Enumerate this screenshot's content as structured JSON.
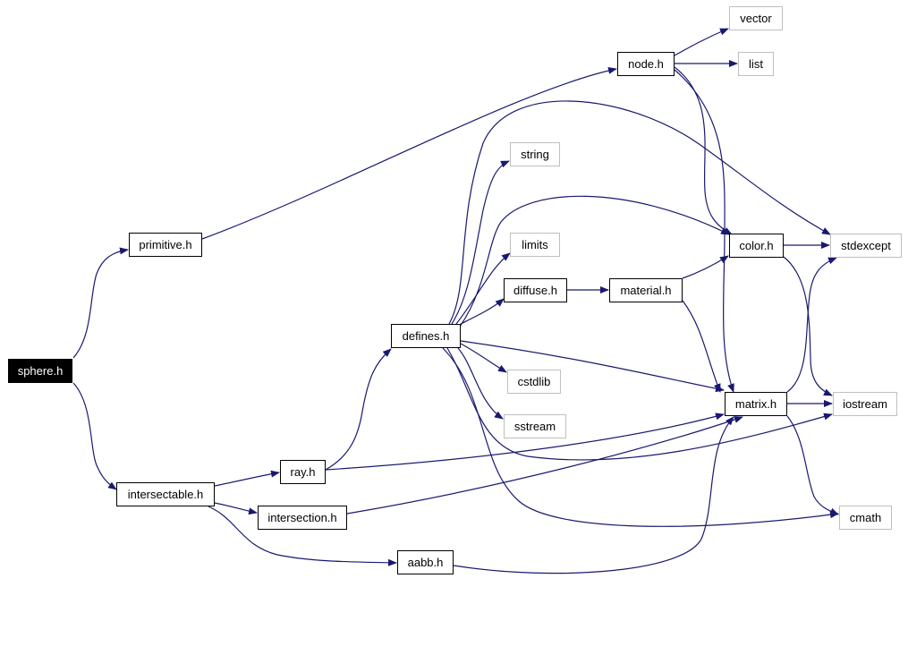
{
  "graph": {
    "title": "",
    "edge_color": "#191970",
    "nodes": {
      "sphere": {
        "label": "sphere.h",
        "kind": "root"
      },
      "primitive": {
        "label": "primitive.h",
        "kind": "local"
      },
      "node": {
        "label": "node.h",
        "kind": "local"
      },
      "vector": {
        "label": "vector",
        "kind": "system"
      },
      "list": {
        "label": "list",
        "kind": "system"
      },
      "string": {
        "label": "string",
        "kind": "system"
      },
      "limits": {
        "label": "limits",
        "kind": "system"
      },
      "diffuse": {
        "label": "diffuse.h",
        "kind": "local"
      },
      "material": {
        "label": "material.h",
        "kind": "local"
      },
      "color": {
        "label": "color.h",
        "kind": "local"
      },
      "stdexcept": {
        "label": "stdexcept",
        "kind": "system"
      },
      "defines": {
        "label": "defines.h",
        "kind": "local"
      },
      "cstdlib": {
        "label": "cstdlib",
        "kind": "system"
      },
      "sstream": {
        "label": "sstream",
        "kind": "system"
      },
      "matrix": {
        "label": "matrix.h",
        "kind": "local"
      },
      "iostream": {
        "label": "iostream",
        "kind": "system"
      },
      "ray": {
        "label": "ray.h",
        "kind": "local"
      },
      "intersectable": {
        "label": "intersectable.h",
        "kind": "local"
      },
      "intersection": {
        "label": "intersection.h",
        "kind": "local"
      },
      "cmath": {
        "label": "cmath",
        "kind": "system"
      },
      "aabb": {
        "label": "aabb.h",
        "kind": "local"
      }
    },
    "edges": [
      [
        "sphere",
        "primitive"
      ],
      [
        "sphere",
        "intersectable"
      ],
      [
        "primitive",
        "node"
      ],
      [
        "node",
        "vector"
      ],
      [
        "node",
        "list"
      ],
      [
        "node",
        "color"
      ],
      [
        "node",
        "matrix"
      ],
      [
        "defines",
        "string"
      ],
      [
        "defines",
        "limits"
      ],
      [
        "defines",
        "diffuse"
      ],
      [
        "defines",
        "color"
      ],
      [
        "defines",
        "stdexcept"
      ],
      [
        "defines",
        "cstdlib"
      ],
      [
        "defines",
        "sstream"
      ],
      [
        "defines",
        "matrix"
      ],
      [
        "defines",
        "iostream"
      ],
      [
        "defines",
        "cmath"
      ],
      [
        "diffuse",
        "material"
      ],
      [
        "material",
        "color"
      ],
      [
        "material",
        "matrix"
      ],
      [
        "color",
        "stdexcept"
      ],
      [
        "color",
        "iostream"
      ],
      [
        "matrix",
        "iostream"
      ],
      [
        "matrix",
        "stdexcept"
      ],
      [
        "matrix",
        "cmath"
      ],
      [
        "ray",
        "defines"
      ],
      [
        "ray",
        "matrix"
      ],
      [
        "intersectable",
        "ray"
      ],
      [
        "intersectable",
        "intersection"
      ],
      [
        "intersectable",
        "aabb"
      ],
      [
        "intersection",
        "matrix"
      ],
      [
        "aabb",
        "matrix"
      ]
    ]
  }
}
